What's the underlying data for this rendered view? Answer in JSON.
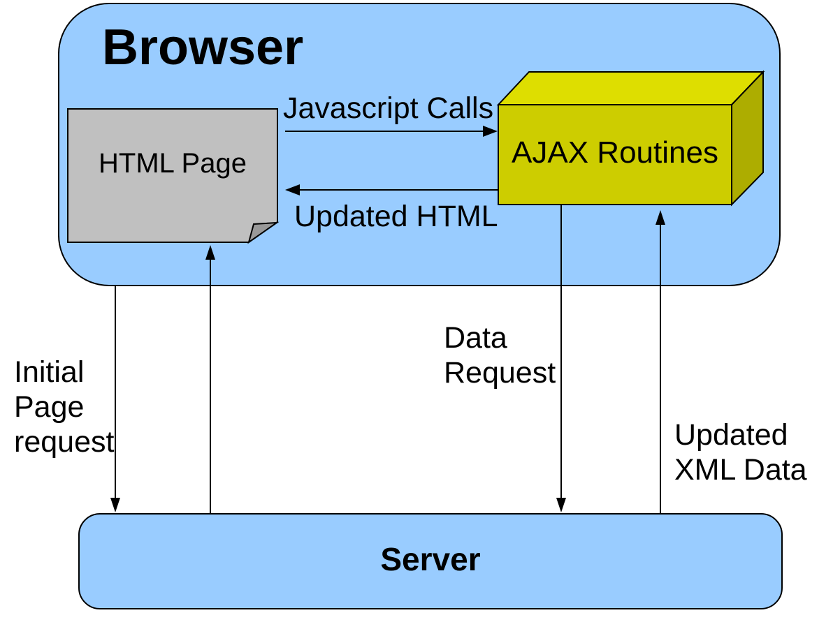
{
  "diagram": {
    "browser": {
      "label": "Browser"
    },
    "html_page": {
      "label": "HTML Page"
    },
    "ajax_routines": {
      "label": "AJAX Routines"
    },
    "server": {
      "label": "Server"
    },
    "labels": {
      "javascript_calls": "Javascript Calls",
      "updated_html": "Updated HTML",
      "initial_page_request": {
        "line1": "Initial",
        "line2": "Page",
        "line3": "request"
      },
      "data_request": {
        "line1": "Data",
        "line2": "Request"
      },
      "updated_xml_data": {
        "line1": "Updated",
        "line2": "XML Data"
      }
    },
    "colors": {
      "container_fill": "#99CCFF",
      "outline": "#000000",
      "page_fill": "#C0C0C0",
      "page_fold_fill": "#999999",
      "ajax_front_fill": "#CDCD00",
      "ajax_top_fill": "#DEDE00",
      "ajax_side_fill": "#ADAD00",
      "text_color": "#000000"
    }
  }
}
